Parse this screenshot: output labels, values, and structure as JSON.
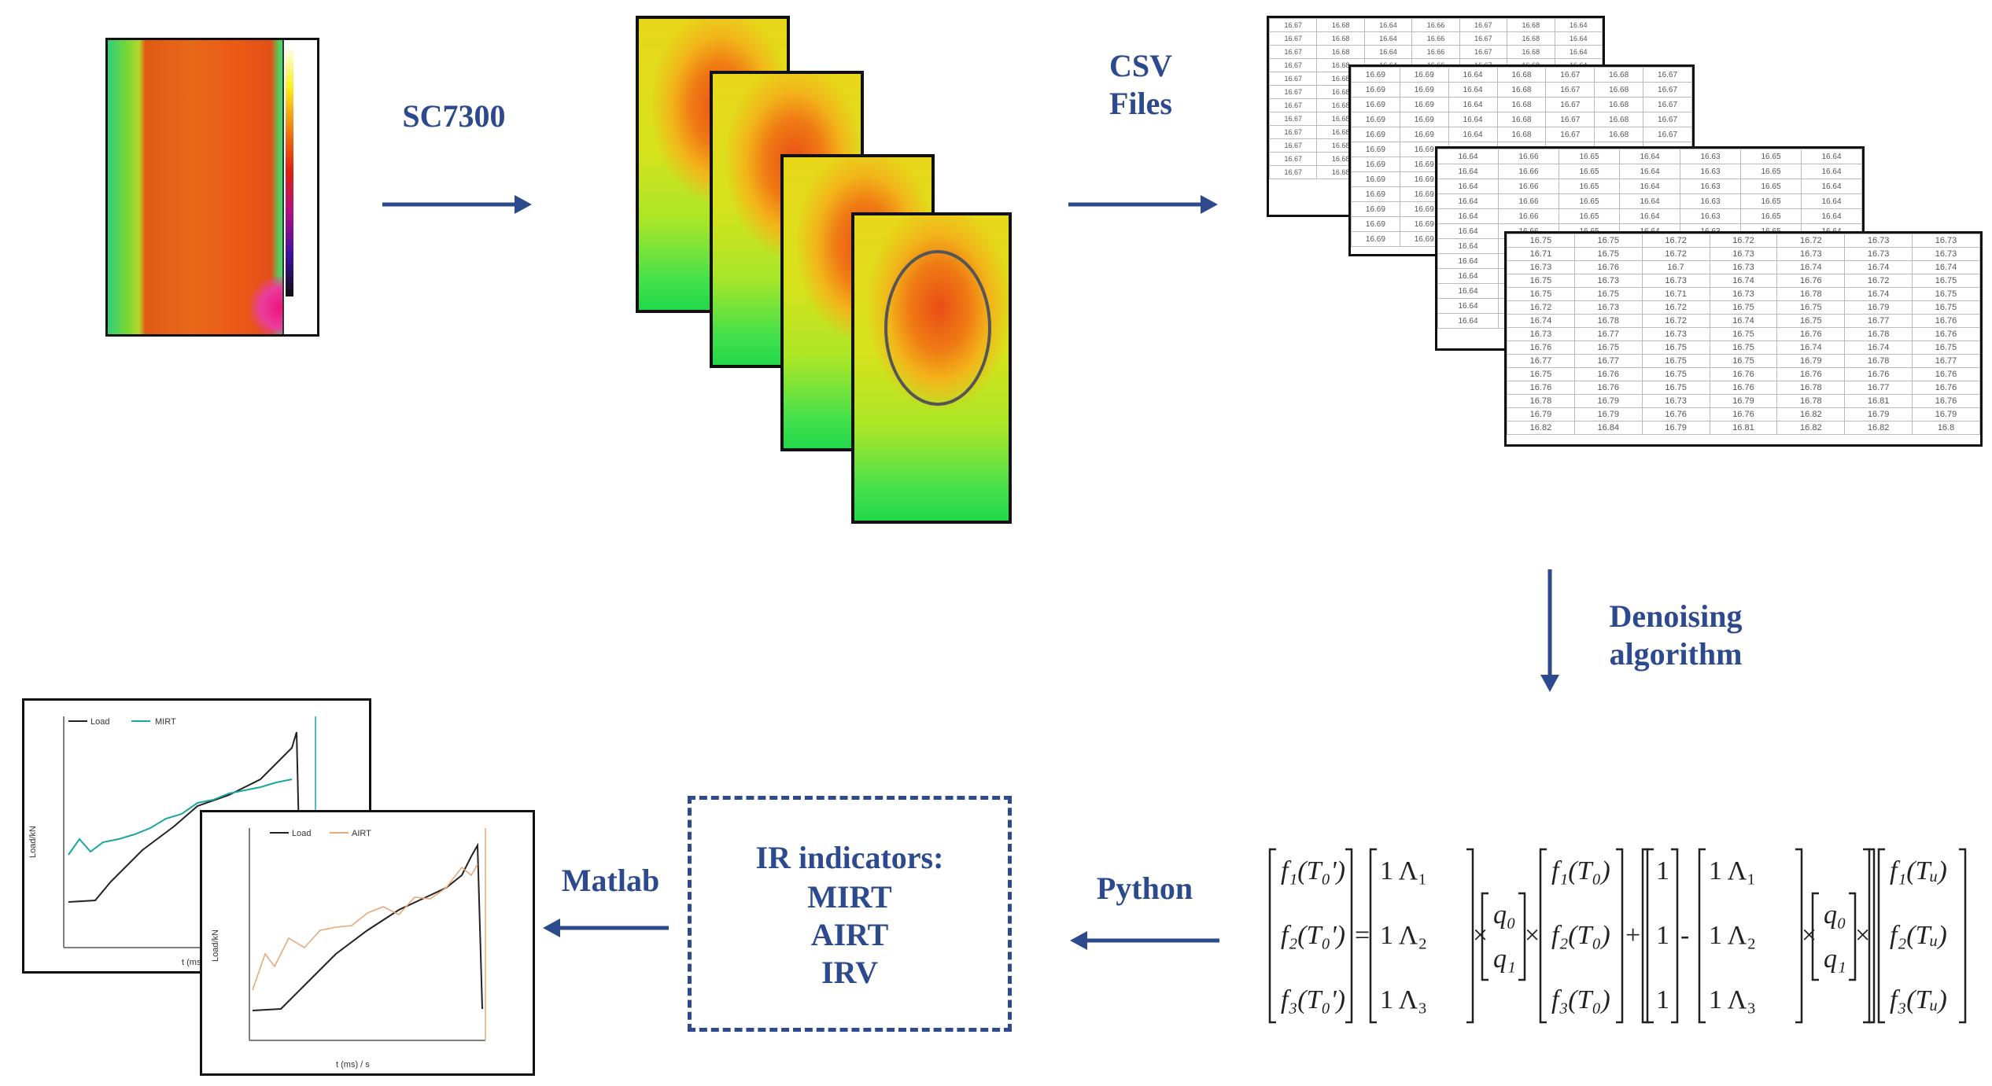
{
  "labels": {
    "camera": "SC7300",
    "csv_line1": "CSV",
    "csv_line2": "Files",
    "denoise_line1": "Denoising",
    "denoise_line2": "algorithm",
    "python": "Python",
    "matlab": "Matlab"
  },
  "indicators": {
    "title": "IR indicators:",
    "items": [
      "MIRT",
      "AIRT",
      "IRV"
    ]
  },
  "csv_sheets": [
    [
      "16.67",
      "16.68",
      "16.64",
      "16.66",
      "16.67",
      "16.68",
      "16.64"
    ],
    [
      "16.69",
      "16.69",
      "16.64",
      "16.68",
      "16.67",
      "16.68",
      "16.67"
    ],
    [
      "16.64",
      "16.66",
      "16.65",
      "16.64",
      "16.63",
      "16.65",
      "16.64"
    ],
    [
      "16.75",
      "16.75",
      "16.72",
      "16.72",
      "16.72",
      "16.73",
      "16.73"
    ]
  ],
  "csv_last_sheet_rows": [
    [
      "16.75",
      "16.75",
      "16.72",
      "16.72",
      "16.72",
      "16.73",
      "16.73"
    ],
    [
      "16.71",
      "16.75",
      "16.72",
      "16.73",
      "16.73",
      "16.73",
      "16.73"
    ],
    [
      "16.73",
      "16.76",
      "16.7",
      "16.73",
      "16.74",
      "16.74",
      "16.74"
    ],
    [
      "16.75",
      "16.73",
      "16.73",
      "16.74",
      "16.76",
      "16.72",
      "16.75"
    ],
    [
      "16.75",
      "16.75",
      "16.71",
      "16.73",
      "16.78",
      "16.74",
      "16.75"
    ],
    [
      "16.72",
      "16.73",
      "16.72",
      "16.75",
      "16.75",
      "16.79",
      "16.75"
    ],
    [
      "16.74",
      "16.78",
      "16.72",
      "16.74",
      "16.75",
      "16.77",
      "16.76"
    ],
    [
      "16.73",
      "16.77",
      "16.73",
      "16.75",
      "16.76",
      "16.78",
      "16.76"
    ],
    [
      "16.76",
      "16.75",
      "16.75",
      "16.75",
      "16.74",
      "16.74",
      "16.75"
    ],
    [
      "16.77",
      "16.77",
      "16.75",
      "16.75",
      "16.79",
      "16.78",
      "16.77"
    ],
    [
      "16.75",
      "16.76",
      "16.75",
      "16.76",
      "16.76",
      "16.76",
      "16.76"
    ],
    [
      "16.76",
      "16.76",
      "16.75",
      "16.76",
      "16.78",
      "16.77",
      "16.76"
    ],
    [
      "16.78",
      "16.79",
      "16.73",
      "16.79",
      "16.78",
      "16.81",
      "16.76"
    ],
    [
      "16.79",
      "16.79",
      "16.76",
      "16.76",
      "16.82",
      "16.79",
      "16.79"
    ],
    [
      "16.82",
      "16.84",
      "16.79",
      "16.81",
      "16.82",
      "16.82",
      "16.8"
    ]
  ],
  "chart1": {
    "legend_a": "Load",
    "legend_b": "MIRT",
    "xlabel": "t (ms) / s",
    "ylabel": "Load/kN"
  },
  "chart2": {
    "legend_a": "Load",
    "legend_b": "AIRT",
    "xlabel": "t (ms) / s",
    "ylabel": "Load/kN"
  },
  "colors": {
    "accent": "#2e4a8f",
    "mirt": "#1aa7a0",
    "airt": "#e8a878"
  }
}
